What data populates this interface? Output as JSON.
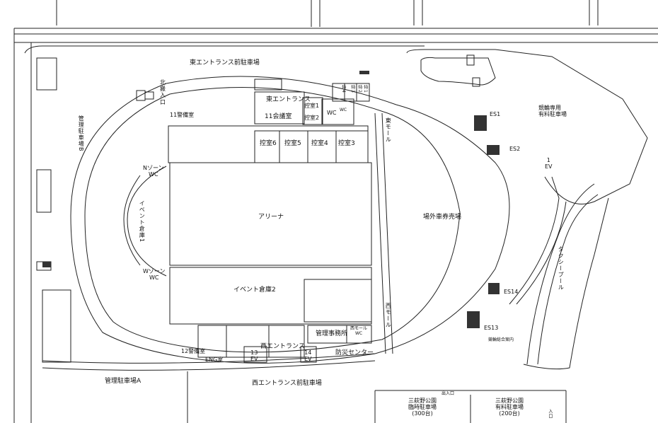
{
  "labels": {
    "east_entrance_parking": "東エントランス前駐車場",
    "north_gate_1": "北",
    "north_gate_2": "搬",
    "north_gate_3": "入",
    "north_gate_4": "口",
    "guard_11": "11警備室",
    "east_entrance": "東エントランス",
    "meeting_11": "11会議室",
    "ctrl1": "控室1",
    "ctrl2": "控室2",
    "ctrl3": "控室3",
    "ctrl4": "控室4",
    "ctrl5": "控室5",
    "ctrl6": "控室6",
    "toku1": "特1",
    "toku2": "特2",
    "toku3": "特3",
    "toku4": "特4",
    "wc_east": "WC",
    "wc_east2": "WC",
    "east_mall": "東モール",
    "n_zone_wc_1": "Nゾーン",
    "n_zone_wc_2": "WC",
    "w_zone_wc_1": "Wゾーン",
    "w_zone_wc_2": "WC",
    "event_storage_1": "イベント倉庫1",
    "arena": "アリーナ",
    "event_storage_2": "イベント倉庫2",
    "parking_b": "管理駐車場B",
    "offsite_ticket": "場外車券売場",
    "keirin_parking_1": "競輪専用",
    "keirin_parking_2": "有料駐車場",
    "es1": "ES1",
    "es2": "ES2",
    "ev1_1": "1",
    "ev1_2": "EV",
    "taxi_pool": "タクシープール",
    "es14": "ES14",
    "es13": "ES13",
    "west_mall": "西モール",
    "office": "管理事務所",
    "west_mall_wc_1": "西モール",
    "west_mall_wc_2": "WC",
    "west_entrance": "西エントランス",
    "guard_12": "12警備室",
    "eng_room": "ENG室",
    "ev13_1": "13",
    "ev13_2": "EV",
    "ev14_1": "14",
    "ev14_2": "EV",
    "disaster_center": "防災センター",
    "parking_a": "管理駐車場A",
    "west_entrance_parking": "西エントランス前駐車場",
    "entrance_exit": "出入口",
    "temp_parking_1": "三萩野公園",
    "temp_parking_2": "臨時駐車場",
    "temp_parking_3": "(300台)",
    "paid_parking_1": "三萩野公園",
    "paid_parking_2": "有料駐車場",
    "paid_parking_3": "(200台)",
    "entrance_small": "入口",
    "keirin_box": "競輪総合案内"
  }
}
